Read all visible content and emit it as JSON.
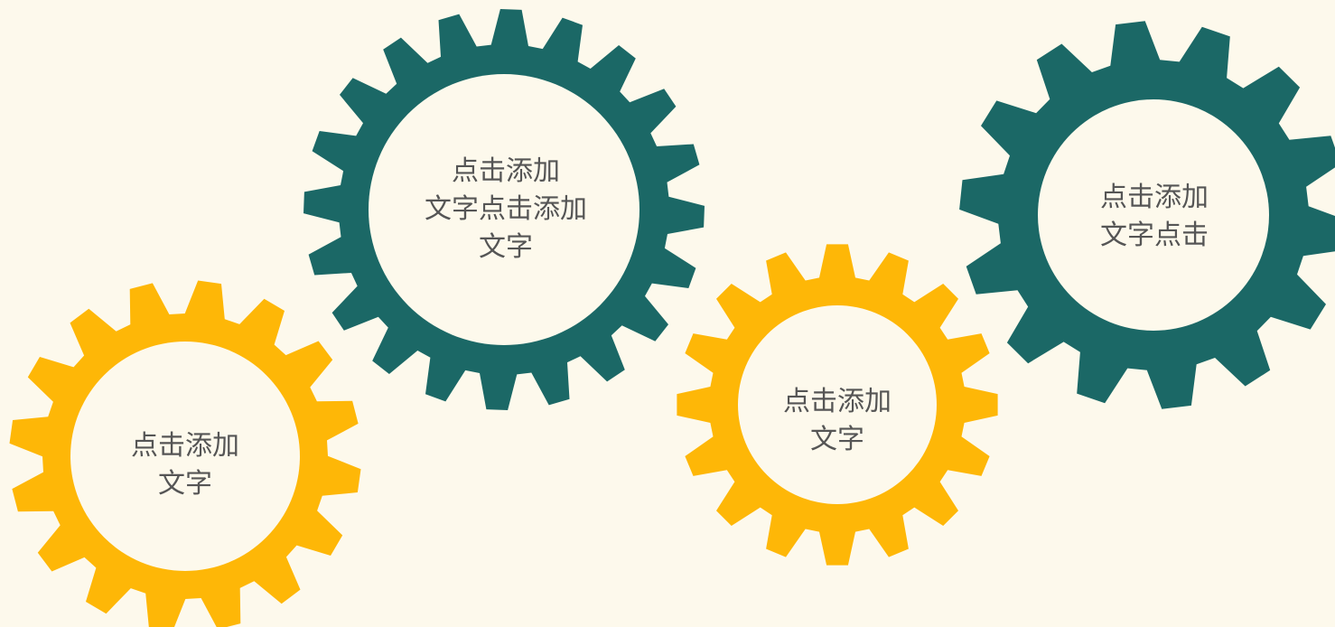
{
  "colors": {
    "background": "#fdf9ec",
    "teal": "#1b6866",
    "yellow": "#feb707",
    "hub": "#fdf9ec",
    "text": "#555555"
  },
  "gears": [
    {
      "id": "gear-1",
      "color": "yellow",
      "teeth": 16,
      "lines": [
        "点击添加",
        "文字"
      ]
    },
    {
      "id": "gear-2",
      "color": "teal",
      "teeth": 20,
      "lines": [
        "点击添加",
        "文字点击添加",
        "文字"
      ]
    },
    {
      "id": "gear-3",
      "color": "yellow",
      "teeth": 16,
      "lines": [
        "点击添加",
        "文字"
      ]
    },
    {
      "id": "gear-4",
      "color": "teal",
      "teeth": 14,
      "lines": [
        "点击添加",
        "文字点击"
      ]
    }
  ]
}
